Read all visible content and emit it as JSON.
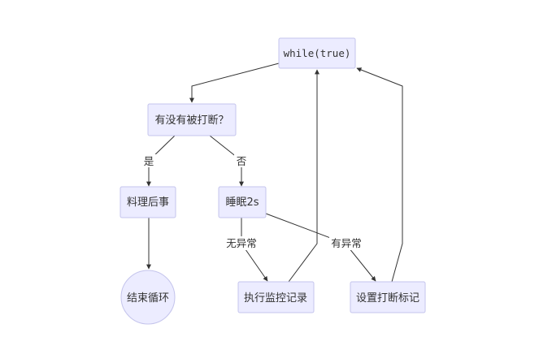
{
  "diagram": {
    "nodes": {
      "loop": {
        "label": "while(true)"
      },
      "check": {
        "label": "有没有被打断？"
      },
      "cleanup": {
        "label": "料理后事"
      },
      "sleep": {
        "label": "睡眠2s"
      },
      "end": {
        "label": "结束循环"
      },
      "record": {
        "label": "执行监控记录"
      },
      "mark": {
        "label": "设置打断标记"
      }
    },
    "edges": [
      {
        "from": "loop",
        "to": "check",
        "label": ""
      },
      {
        "from": "check",
        "to": "cleanup",
        "label": "是"
      },
      {
        "from": "check",
        "to": "sleep",
        "label": "否"
      },
      {
        "from": "cleanup",
        "to": "end",
        "label": ""
      },
      {
        "from": "sleep",
        "to": "record",
        "label": "无异常"
      },
      {
        "from": "sleep",
        "to": "mark",
        "label": "有异常"
      },
      {
        "from": "record",
        "to": "loop",
        "label": ""
      },
      {
        "from": "mark",
        "to": "loop",
        "label": ""
      }
    ]
  }
}
